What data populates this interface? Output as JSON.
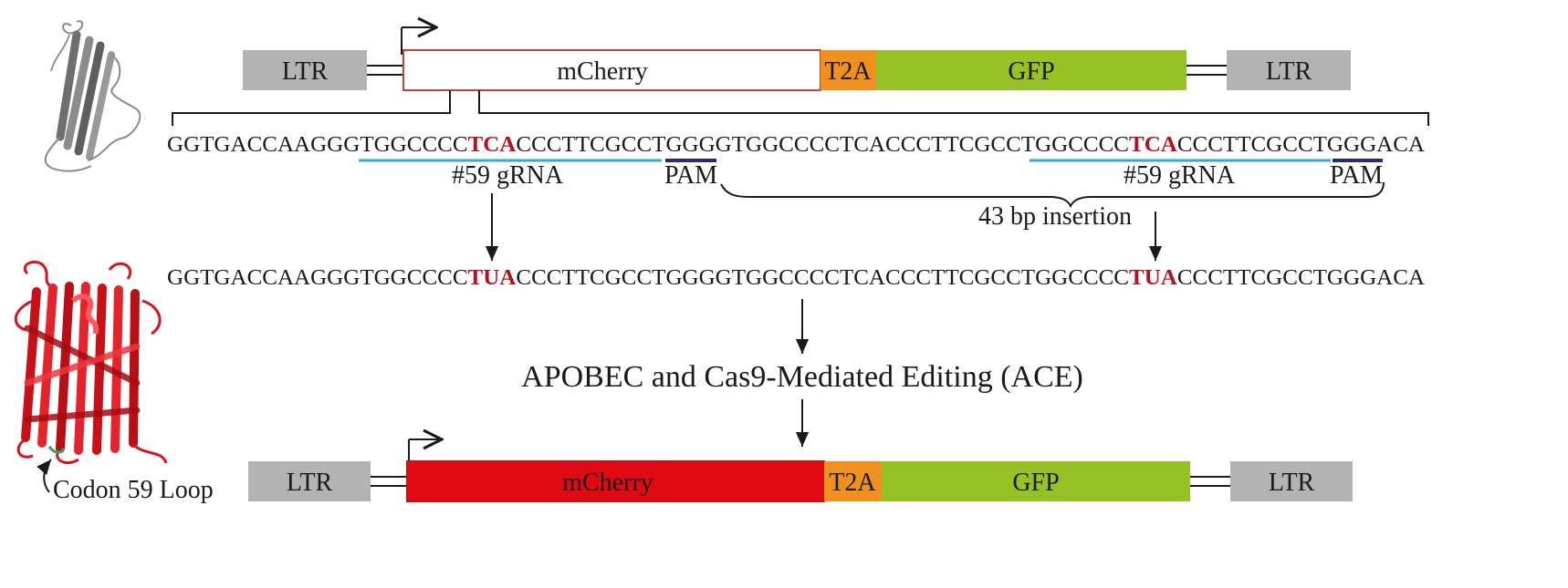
{
  "colors": {
    "ltr_box": "#b3b3b3",
    "mcherry_outline": "#b8463a",
    "mcherry_fill_edited": "#e10a12",
    "t2a": "#f0901e",
    "gfp": "#97c225",
    "grna_line": "#31a9d3",
    "pam_line": "#2d2a6e",
    "highlight_bases": "#b0141c",
    "protein_grey": "#7a7a7a",
    "protein_red": "#d6141c",
    "loop_green": "#2ea07a"
  },
  "top_construct": {
    "ltr_left": "LTR",
    "mcherry": "mCherry",
    "t2a": "T2A",
    "gfp": "GFP",
    "ltr_right": "LTR"
  },
  "sequence_original": {
    "segments": [
      {
        "text": "GGTGACCAAGGGTGGCCCC",
        "highlight": false
      },
      {
        "text": "TCA",
        "highlight": true
      },
      {
        "text": "CCCTTCGCCTGGGGTGGCCCCTCACCCTTCGCCTGGCCCC",
        "highlight": false
      },
      {
        "text": "TCA",
        "highlight": true
      },
      {
        "text": "CCCTTCGCCTGGGACA",
        "highlight": false
      }
    ]
  },
  "annotations": {
    "grna_left": "#59 gRNA",
    "pam_left": "PAM",
    "insertion": "43 bp insertion",
    "grna_right": "#59 gRNA",
    "pam_right": "PAM"
  },
  "sequence_edited": {
    "segments": [
      {
        "text": "GGTGACCAAGGGTGGCCCC",
        "highlight": false
      },
      {
        "text": "TUA",
        "highlight": true
      },
      {
        "text": "CCCTTCGCCTGGGGTGGCCCCTCACCCTTCGCCTGGCCCC",
        "highlight": false
      },
      {
        "text": "TUA",
        "highlight": true
      },
      {
        "text": "CCCTTCGCCTGGGACA",
        "highlight": false
      }
    ]
  },
  "process_label": "APOBEC and Cas9-Mediated Editing (ACE)",
  "bottom_construct": {
    "ltr_left": "LTR",
    "mcherry": "mCherry",
    "t2a": "T2A",
    "gfp": "GFP",
    "ltr_right": "LTR"
  },
  "protein_label": "Codon 59 Loop"
}
